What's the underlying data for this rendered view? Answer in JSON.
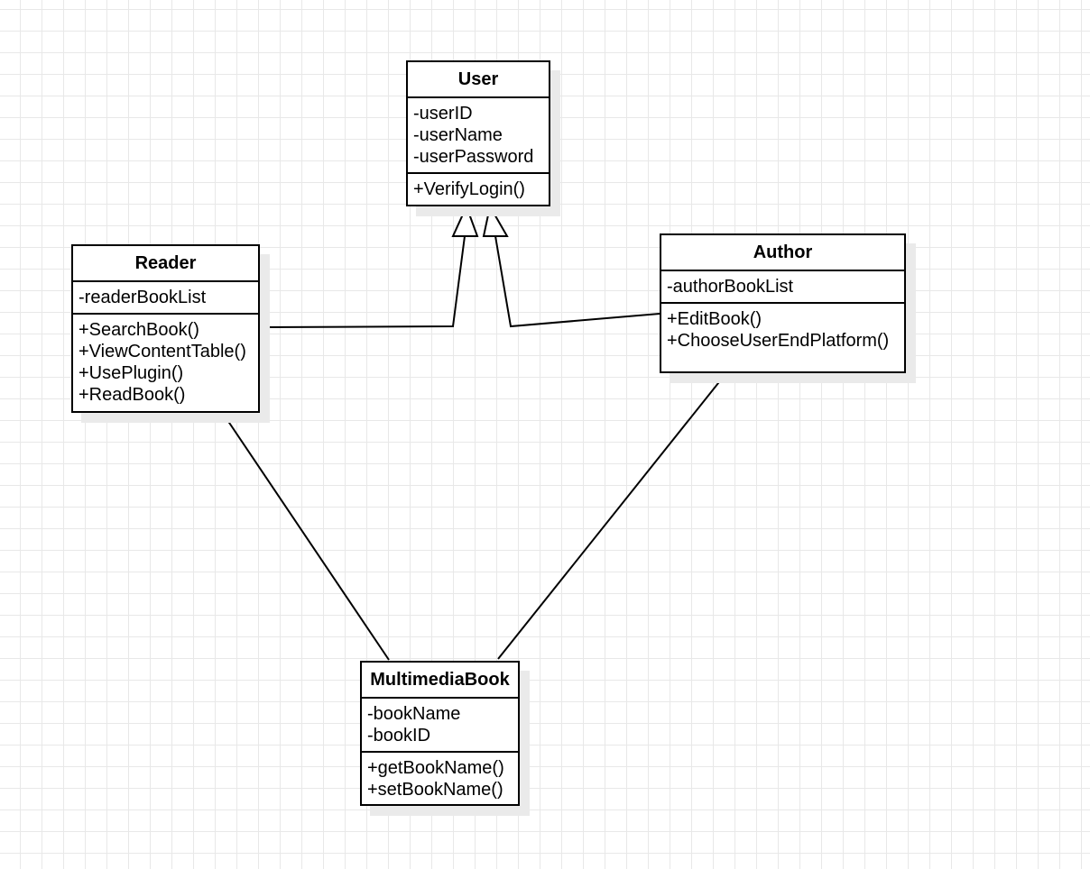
{
  "diagram": {
    "classes": {
      "user": {
        "name": "User",
        "attributes": [
          "-userID",
          "-userName",
          "-userPassword"
        ],
        "methods": [
          "+VerifyLogin()"
        ]
      },
      "reader": {
        "name": "Reader",
        "attributes": [
          "-readerBookList"
        ],
        "methods": [
          "+SearchBook()",
          "+ViewContentTable()",
          "+UsePlugin()",
          "+ReadBook()"
        ]
      },
      "author": {
        "name": "Author",
        "attributes": [
          "-authorBookList"
        ],
        "methods": [
          "+EditBook()",
          "+ChooseUserEndPlatform()"
        ]
      },
      "multimedia_book": {
        "name": "MultimediaBook",
        "attributes": [
          "-bookName",
          "-bookID"
        ],
        "methods": [
          "+getBookName()",
          "+setBookName()"
        ]
      }
    },
    "relationships": [
      {
        "type": "generalization",
        "from": "Reader",
        "to": "User"
      },
      {
        "type": "generalization",
        "from": "Author",
        "to": "User"
      },
      {
        "type": "association",
        "from": "Reader",
        "to": "MultimediaBook"
      },
      {
        "type": "association",
        "from": "Author",
        "to": "MultimediaBook"
      }
    ]
  },
  "colors": {
    "background": "#ffffff",
    "grid": "#e8e8e8",
    "border": "#000000",
    "shadow": "#eaeaea"
  }
}
